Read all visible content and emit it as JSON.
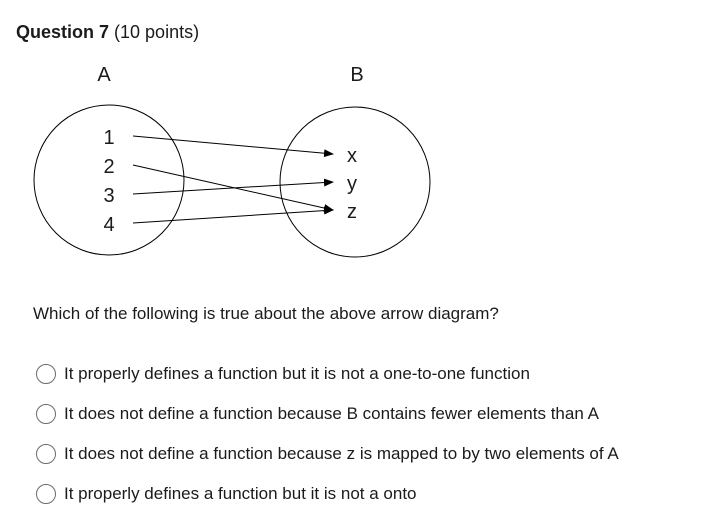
{
  "question": {
    "title": "Question 7",
    "points": "(10 points)"
  },
  "diagram": {
    "set_a": {
      "label": "A",
      "elements": [
        "1",
        "2",
        "3",
        "4"
      ]
    },
    "set_b": {
      "label": "B",
      "elements": [
        "x",
        "y",
        "z"
      ]
    },
    "mapping": [
      {
        "from": "1",
        "to": "x"
      },
      {
        "from": "2",
        "to": "z"
      },
      {
        "from": "3",
        "to": "y"
      },
      {
        "from": "4",
        "to": "z"
      }
    ]
  },
  "prompt": "Which of the following is true about the above arrow diagram?",
  "options": [
    {
      "label": "It properly defines a function but it is not a one-to-one function",
      "selected": false
    },
    {
      "label": "It does not define a function because B contains fewer elements than A",
      "selected": false
    },
    {
      "label": "It does not define a function because z is mapped to by two elements of A",
      "selected": false
    },
    {
      "label": "It properly defines a function but it is not a onto",
      "selected": false
    }
  ]
}
